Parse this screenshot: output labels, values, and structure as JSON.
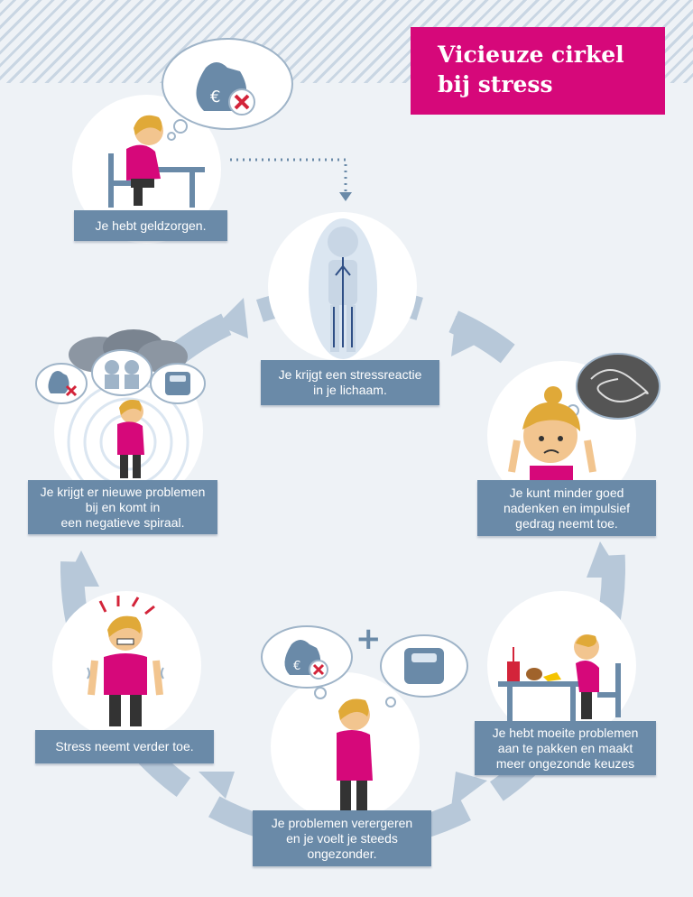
{
  "title": {
    "line1": "Vicieuze cirkel",
    "line2": "bij stress"
  },
  "colors": {
    "accent": "#d6087a",
    "label_bg": "#6a8aa8",
    "arrow": "#b7c8d9",
    "background": "#eef2f6"
  },
  "steps": [
    {
      "lines": [
        "Je hebt geldzorgen."
      ]
    },
    {
      "lines": [
        "Je krijgt een stressreactie",
        "in je lichaam."
      ]
    },
    {
      "lines": [
        "Je kunt minder goed",
        "nadenken en impulsief",
        "gedrag neemt toe."
      ]
    },
    {
      "lines": [
        "Je hebt moeite problemen",
        "aan te pakken en maakt",
        "meer ongezonde keuzes"
      ]
    },
    {
      "lines": [
        "Je problemen verergeren",
        "en je voelt je steeds",
        "ongezonder."
      ]
    },
    {
      "lines": [
        "Stress neemt verder toe."
      ]
    },
    {
      "lines": [
        "Je krijgt er nieuwe problemen",
        "bij en komt in",
        "een negatieve spiraal."
      ]
    }
  ],
  "symbols": {
    "euro": "€",
    "plus": "+"
  }
}
